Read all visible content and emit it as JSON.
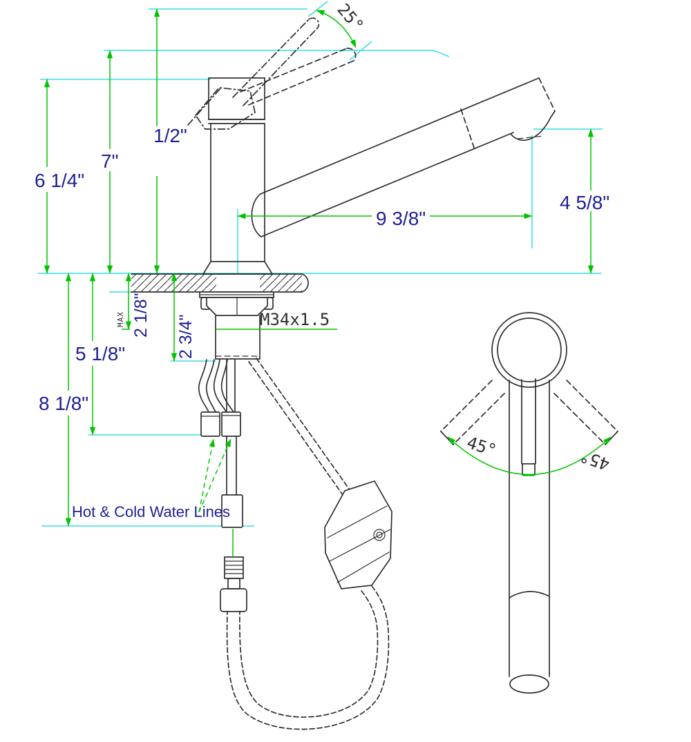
{
  "colors": {
    "dim_green": "#00c400",
    "ext_cyan": "#35dde2",
    "label_blue": "#1e1e96",
    "line_dark": "#2e2e2e"
  },
  "labels": {
    "angle_25": "25°",
    "dim_half_in": "1/2\"",
    "dim_7in": "7\"",
    "dim_6_1_4": "6 1/4\"",
    "dim_4_5_8": "4 5/8\"",
    "dim_9_3_8": "9 3/8\"",
    "max_note": "MAX",
    "dim_2_1_8": "2 1/8\"",
    "dim_2_3_4": "2 3/4\"",
    "thread_m34": "M34x1.5",
    "dim_5_1_8": "5 1/8\"",
    "dim_8_1_8": "8 1/8\"",
    "hot_cold_note": "Hot & Cold Water Lines",
    "angle_45_left": "45°",
    "angle_45_right": "45°"
  }
}
